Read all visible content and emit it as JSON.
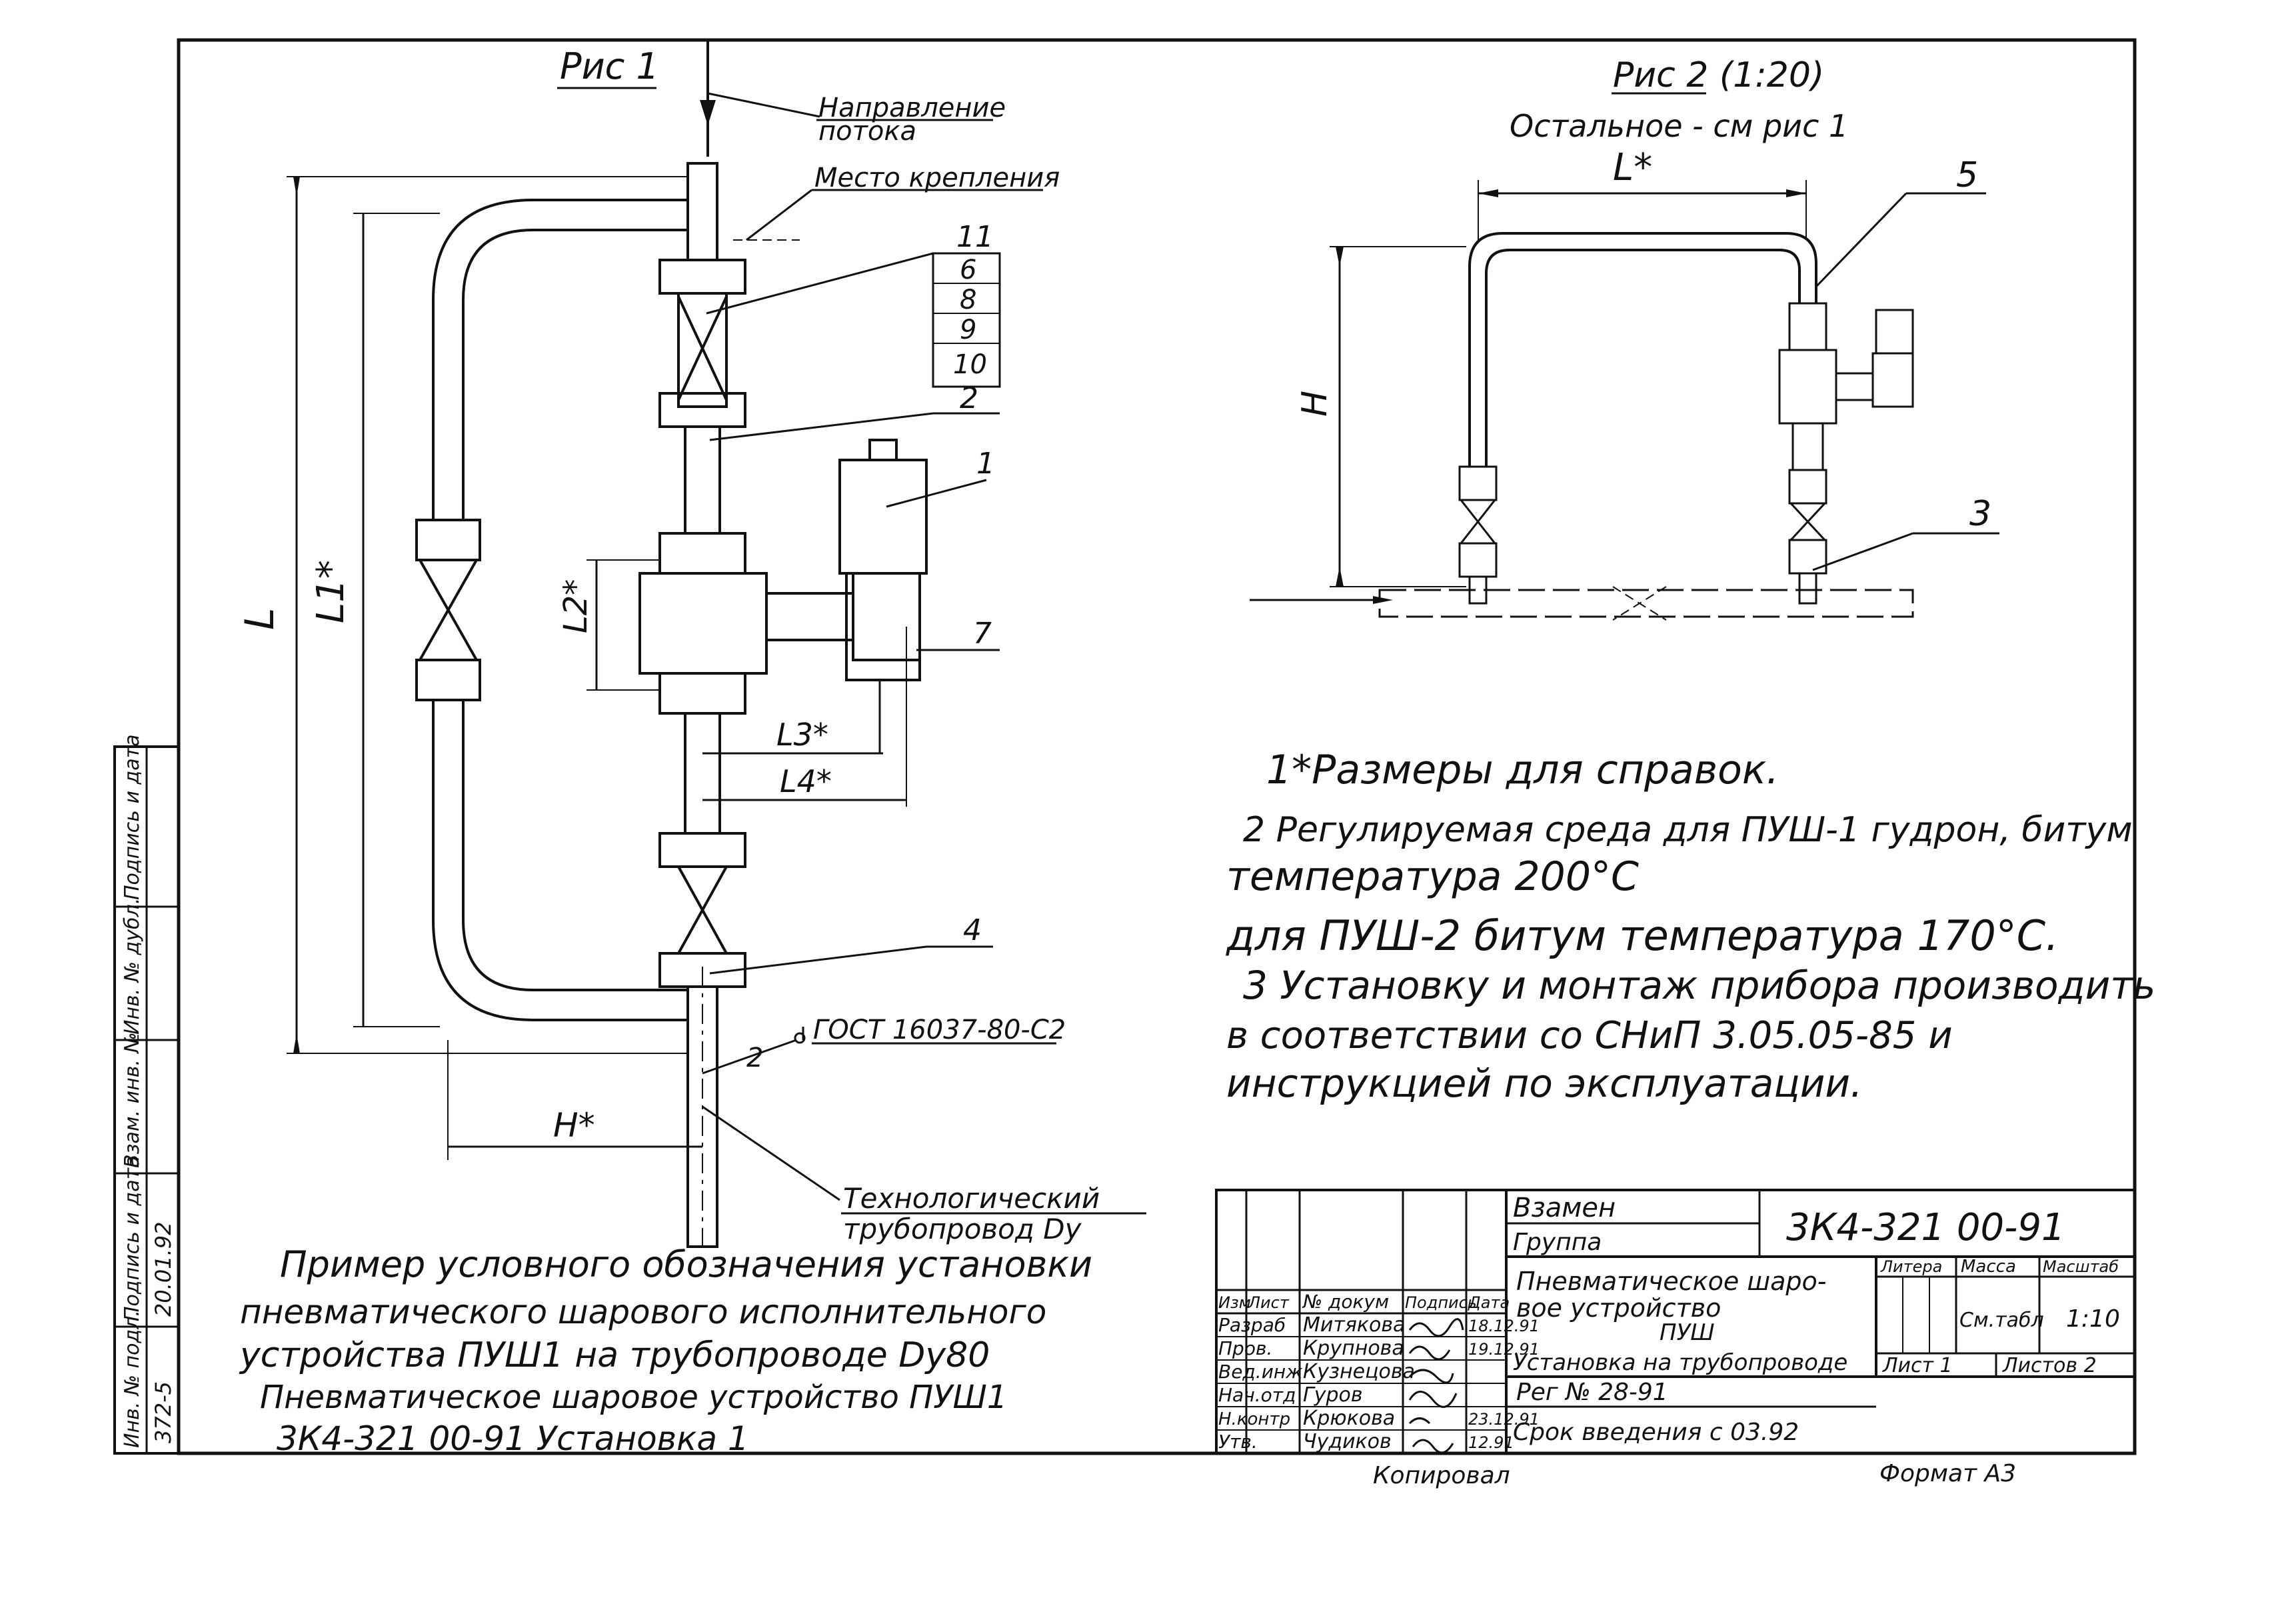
{
  "fig1": {
    "title": "Рис 1",
    "flow_label_1": "Направление",
    "flow_label_2": "потока",
    "mount_label": "Место крепления",
    "dim_L": "L",
    "dim_L1": "L1*",
    "dim_L2": "L2*",
    "dim_L3": "L3*",
    "dim_L4": "L4*",
    "dim_H": "H*",
    "gost_label": "ГОСТ 16037-80-С2",
    "pipeline_label_1": "Технологический",
    "pipeline_label_2": "трубопровод Dу",
    "callouts": [
      "11",
      "6",
      "8",
      "9",
      "10",
      "2",
      "1",
      "7",
      "4",
      "2"
    ]
  },
  "fig2": {
    "title": "Рис 2 (1:20)",
    "subtitle": "Остальное - см рис 1",
    "dim_L": "L*",
    "dim_H": "H",
    "callouts": [
      "5",
      "3"
    ]
  },
  "notes": [
    "1*Размеры для справок.",
    "2 Регулируемая среда для ПУШ-1 гудрон, битум",
    "температура 200°С",
    "для ПУШ-2 битум температура 170°С.",
    "3 Установку и монтаж прибора производить",
    "в соответствии со СНиП 3.05.05-85 и",
    "инструкцией по эксплуатации."
  ],
  "example": [
    "Пример условного обозначения установки",
    "пневматического шарового исполнительного",
    "устройства ПУШ1 на трубопроводе Dу80",
    "Пневматическое шаровое устройство ПУШ1",
    "3К4-321 00-91   Установка 1"
  ],
  "side_stamp": {
    "labels": [
      "Подпись и дата",
      "Инв. № дубл.",
      "Взам. инв. №",
      "Подпись и дата",
      "Инв. № подл."
    ],
    "values": [
      "",
      "",
      "",
      "20.01.92",
      "372-5"
    ]
  },
  "title_block": {
    "replaces_label": "Взамен",
    "group_label": "Группа",
    "doc_code": "3К4-321 00-91",
    "col_headers": [
      "Изм",
      "Лист",
      "№ докум",
      "Подпись",
      "Дата"
    ],
    "roles": [
      "Разраб",
      "Пров.",
      "Вед.инж",
      "Нач.отд",
      "Н.контр",
      "Утв."
    ],
    "names": [
      "Митякова",
      "Крупнова",
      "Кузнецова",
      "Гуров",
      "Крюкова",
      "Чудиков"
    ],
    "dates": [
      "18.12.91",
      "19.12.91",
      "",
      "",
      "23.12.91",
      "12.91"
    ],
    "title_1": "Пневматическое шаро-",
    "title_2": "вое устройство",
    "title_3": "ПУШ",
    "title_4": "Установка на трубопроводе",
    "reg": "Рег № 28-91",
    "intro_date": "Срок введения с 03.92",
    "litera_label": "Литера",
    "mass_label": "Масса",
    "scale_label": "Масштаб",
    "mass_value": "См.табл",
    "scale_value": "1:10",
    "sheet_label": "Лист 1",
    "sheets_label": "Листов 2"
  },
  "footer": {
    "copied": "Копировал",
    "format": "Формат А3"
  }
}
